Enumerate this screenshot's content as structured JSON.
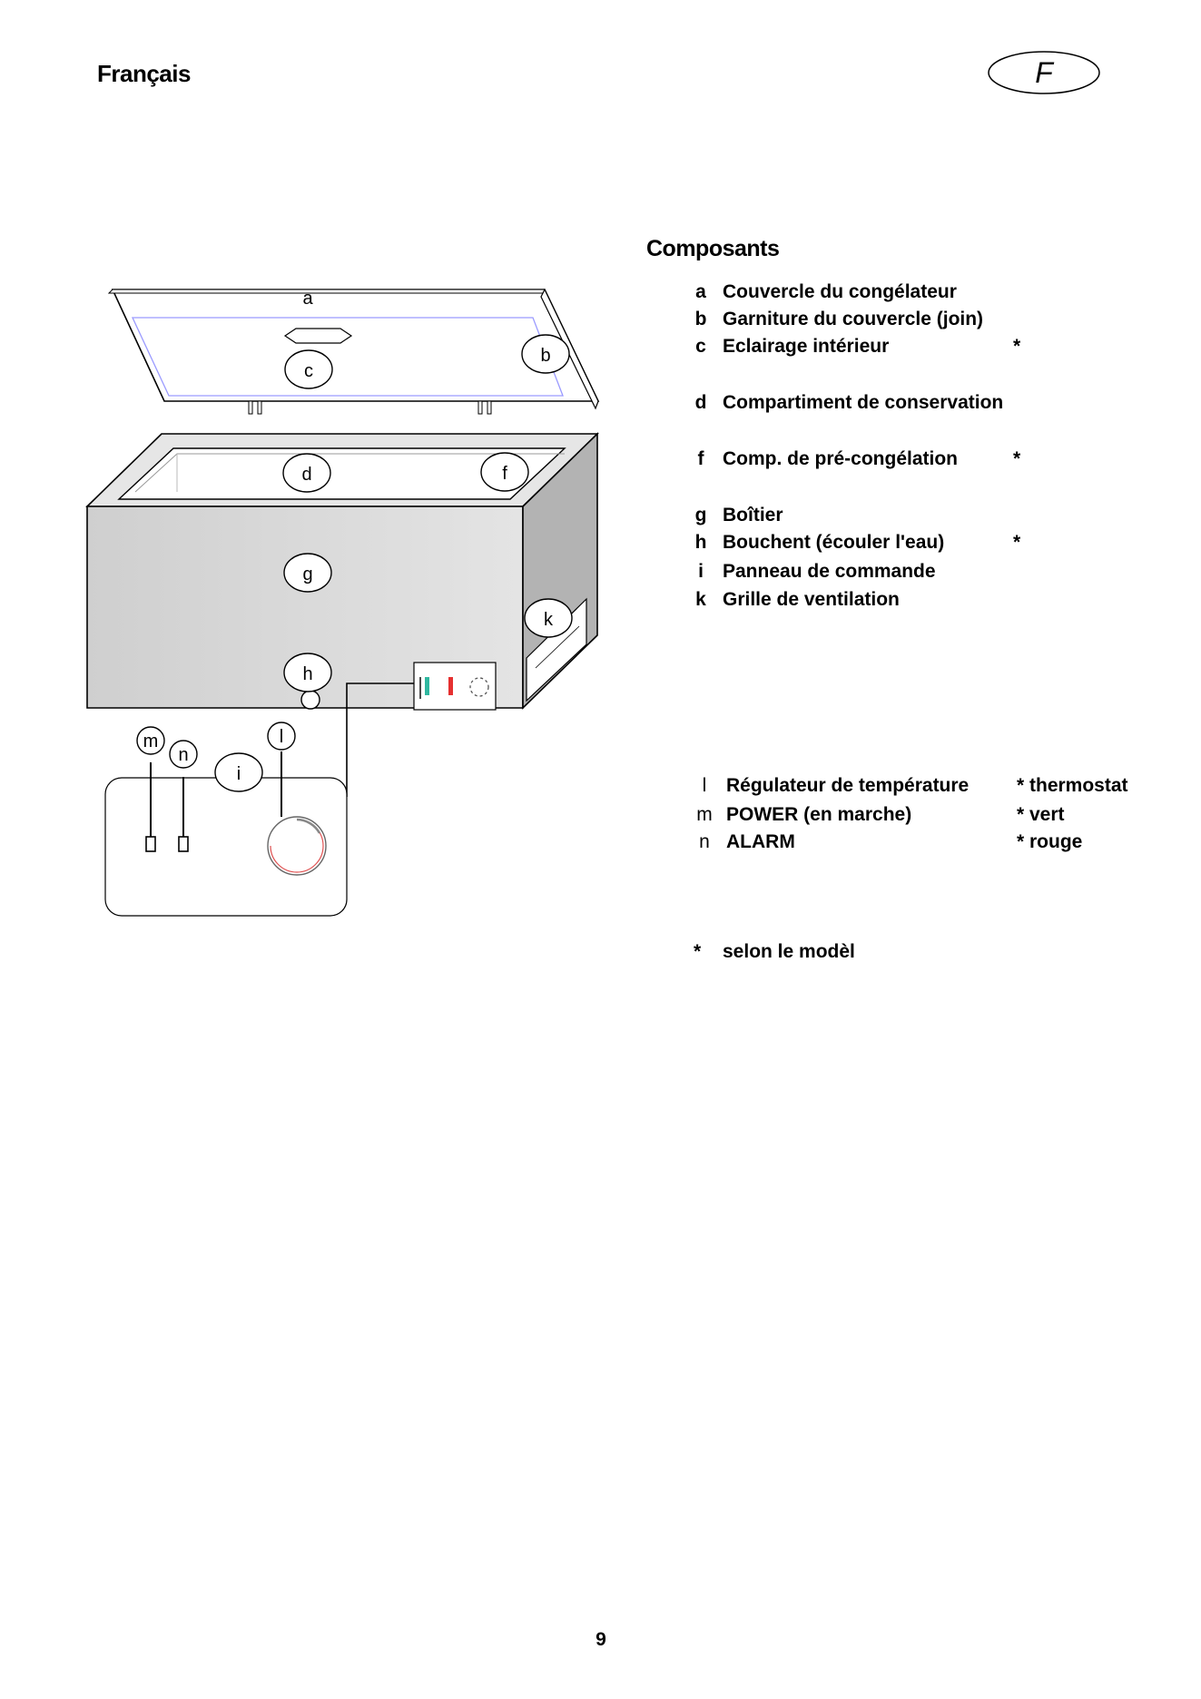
{
  "header": {
    "language": "Français",
    "language_code": "F"
  },
  "section": {
    "title": "Composants"
  },
  "components": [
    {
      "key": "a",
      "label": "Couvercle du congélateur",
      "star": ""
    },
    {
      "key": "b",
      "label": "Garniture du couvercle (join)",
      "star": ""
    },
    {
      "key": "c",
      "label": "Eclairage intérieur",
      "star": "*"
    },
    {
      "key": "d",
      "label": "Compartiment de conservation",
      "star": ""
    },
    {
      "key": "f",
      "label": "Comp. de pré-congélation",
      "star": "*"
    },
    {
      "key": "g",
      "label": "Boîtier",
      "star": ""
    },
    {
      "key": "h",
      "label": "Bouchent (écouler l'eau)",
      "star": "*"
    },
    {
      "key": "i",
      "label": "Panneau de commande",
      "star": ""
    },
    {
      "key": "k",
      "label": "Grille de ventilation",
      "star": ""
    }
  ],
  "controls": [
    {
      "key": "l",
      "label": "Régulateur de température",
      "note": "* thermostat"
    },
    {
      "key": "m",
      "label": "POWER (en marche)",
      "note": "* vert"
    },
    {
      "key": "n",
      "label": "ALARM",
      "note": "* rouge"
    }
  ],
  "footnote": {
    "star": "*",
    "text": "selon le modèl"
  },
  "diagram": {
    "callouts": [
      "a",
      "b",
      "c",
      "d",
      "f",
      "g",
      "h",
      "k",
      "m",
      "n",
      "i",
      "l"
    ],
    "colors": {
      "body_front": "#d9d9d9",
      "body_side": "#b3b3b3",
      "lid_gasket": "#9a9aff",
      "power_led": "#2fb79f",
      "alarm_led": "#e53030",
      "dial_accent": "#e05050"
    }
  },
  "footer": {
    "page_number": "9"
  }
}
